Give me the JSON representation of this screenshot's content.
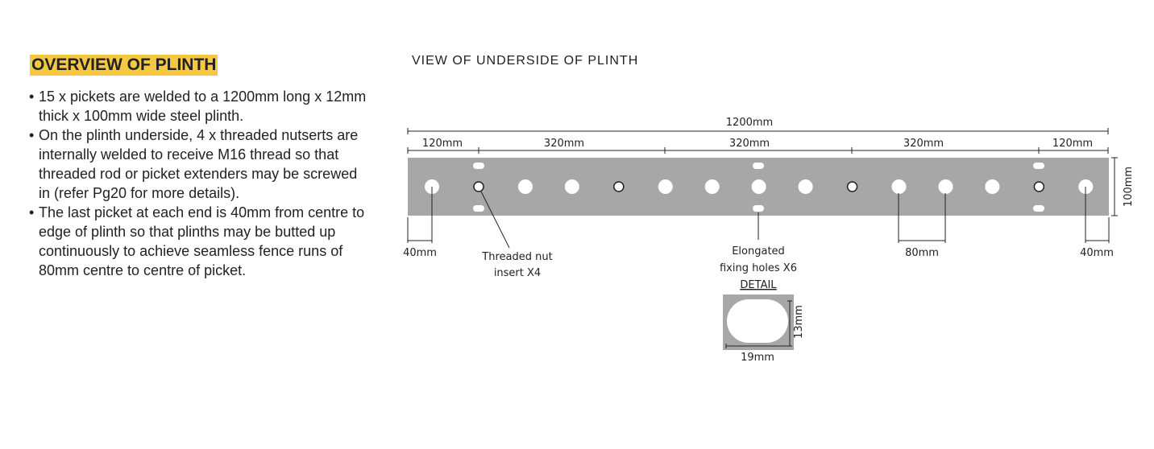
{
  "overview": {
    "title": "OVERVIEW OF PLINTH",
    "bullets": [
      "15 x pickets are welded to a 1200mm long x 12mm thick x 100mm wide steel plinth.",
      "On the plinth underside, 4 x threaded nutserts are internally welded to receive M16 thread so that threaded rod or picket extenders may be screwed in (refer Pg20 for more details).",
      "The last picket at each end is 40mm from centre to edge of plinth so that plinths may be butted up continuously to achieve seamless fence runs of 80mm centre to centre of picket."
    ]
  },
  "diagram": {
    "title": "VIEW OF UNDERSIDE OF PLINTH",
    "overall_length": "1200mm",
    "segments": [
      "120mm",
      "320mm",
      "320mm",
      "320mm",
      "120mm"
    ],
    "width": "100mm",
    "end_offset_left": "40mm",
    "end_offset_right": "40mm",
    "spacing": "80mm",
    "nut_label_line1": "Threaded nut",
    "nut_label_line2": "insert X4",
    "hole_label_line1": "Elongated",
    "hole_label_line2": "fixing holes X6",
    "detail_label": "DETAIL",
    "detail_height": "13mm",
    "detail_width": "19mm",
    "plinth_color": "#a7a7a7"
  }
}
